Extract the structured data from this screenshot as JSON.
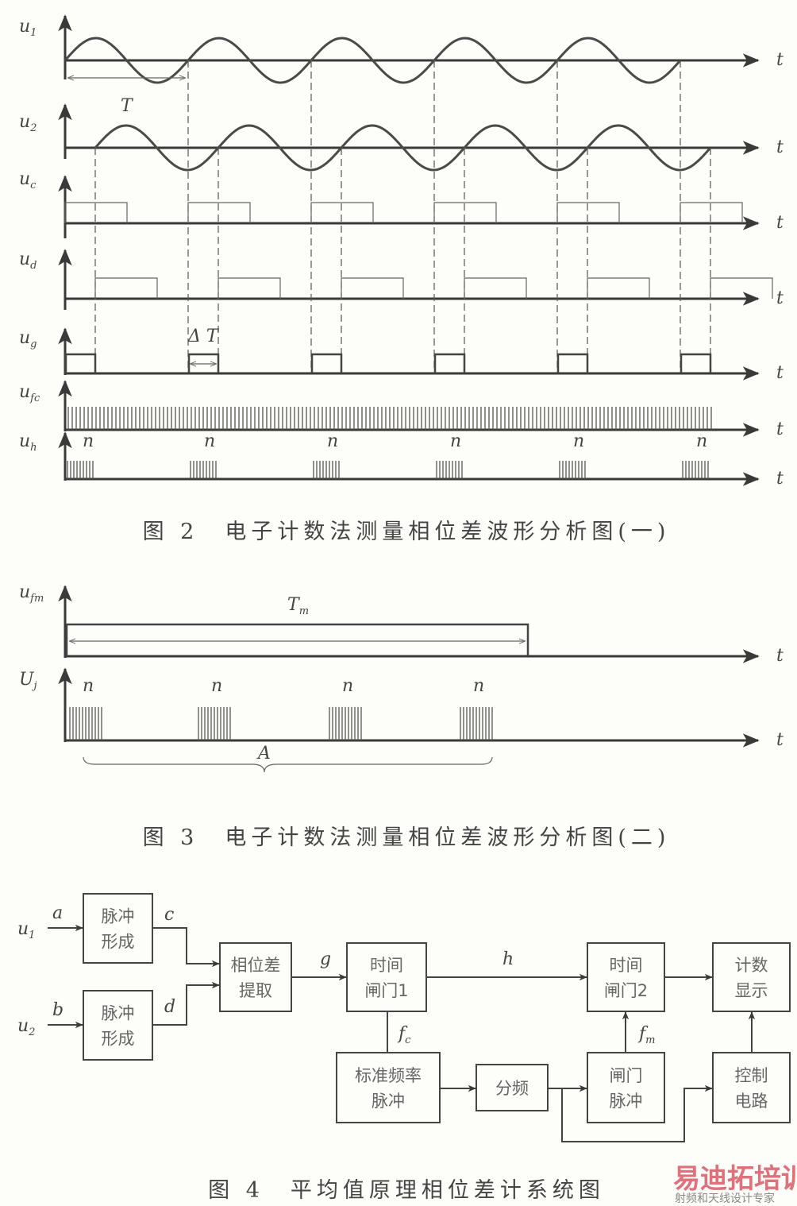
{
  "fig2": {
    "signals": [
      {
        "base": "u",
        "sub": "1"
      },
      {
        "base": "u",
        "sub": "2"
      },
      {
        "base": "u",
        "sub": "c"
      },
      {
        "base": "u",
        "sub": "d"
      },
      {
        "base": "u",
        "sub": "g"
      },
      {
        "base": "u",
        "sub": "fc"
      },
      {
        "base": "u",
        "sub": "h"
      }
    ],
    "time_label": "t",
    "period_label": "T",
    "delta_label": "Δ T",
    "count_label": "n",
    "caption": "图 2　电子计数法测量相位差波形分析图(一)"
  },
  "fig3": {
    "signals": [
      {
        "base": "u",
        "sub": "fm"
      },
      {
        "base": "U",
        "sub": "j"
      }
    ],
    "time_label": "t",
    "period_base": "T",
    "period_sub": "m",
    "count_label": "n",
    "brace_label": "A",
    "caption": "图 3　电子计数法测量相位差波形分析图(二)"
  },
  "fig4": {
    "inputs": [
      {
        "base": "u",
        "sub": "1",
        "tag": "a"
      },
      {
        "base": "u",
        "sub": "2",
        "tag": "b"
      }
    ],
    "blocks": {
      "pulse1": [
        "脉冲",
        "形成"
      ],
      "pulse2": [
        "脉冲",
        "形成"
      ],
      "phase": [
        "相位差",
        "提取"
      ],
      "gate1": [
        "时间",
        "闸门1"
      ],
      "gate2": [
        "时间",
        "闸门2"
      ],
      "display": [
        "计数",
        "显示"
      ],
      "std": [
        "标准频率",
        "脉冲"
      ],
      "divider": [
        "分频"
      ],
      "gatepulse": [
        "闸门",
        "脉冲"
      ],
      "control": [
        "控制",
        "电路"
      ]
    },
    "signal_tags": {
      "c": "c",
      "d": "d",
      "g": "g",
      "h": "h",
      "fc_base": "f",
      "fc_sub": "c",
      "fm_base": "f",
      "fm_sub": "m"
    },
    "caption": "图 4　平均值原理相位差计系统图"
  },
  "watermark": {
    "title": "易迪拓培训",
    "subtitle": "射频和天线设计专家"
  }
}
